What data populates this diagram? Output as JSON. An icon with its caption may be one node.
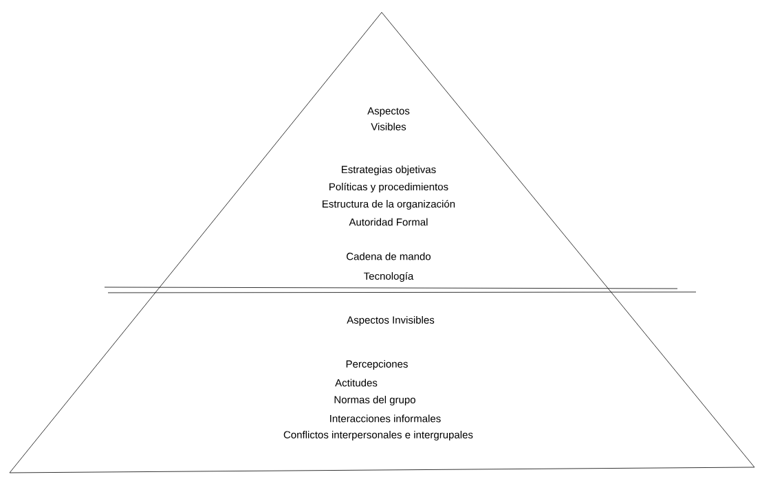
{
  "diagram": {
    "nodes": [
      {
        "text": [
          "Aspectos Visibles",
          "Estrategias objetivas",
          "Políticas y procedimientos",
          "Estructura de la organización",
          "Autoridad Formal",
          "Cadena de mando",
          "Tecnología"
        ]
      },
      {
        "text": [
          "Aspectos Invisibles",
          "Percepciones",
          "Actitudes",
          "Normas del grupo",
          "Interacciones informales",
          "Conflictos interpersonales e intergrupales"
        ]
      }
    ]
  }
}
